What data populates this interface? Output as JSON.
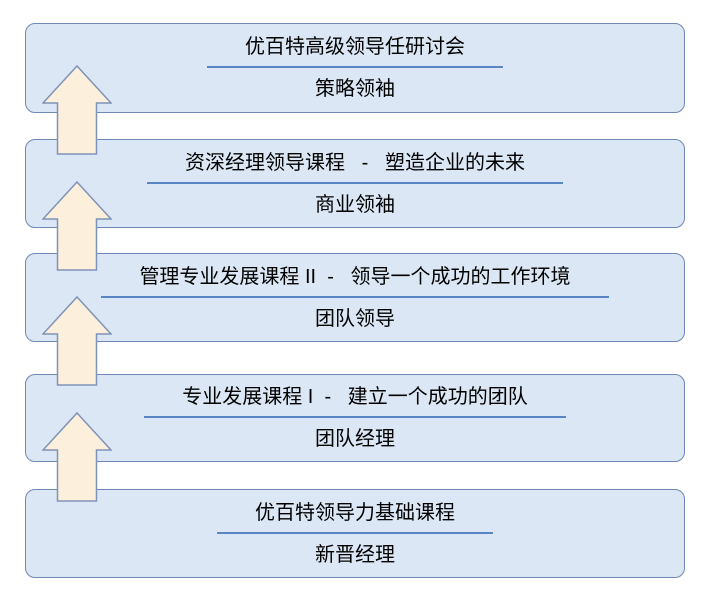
{
  "diagram": {
    "name": "leadership-course-ladder",
    "background_color": "#ffffff",
    "levels": [
      {
        "course": "优百特高级领导任研讨会",
        "role": "策略领袖"
      },
      {
        "course": "资深经理领导课程   -   塑造企业的未来",
        "role": "商业领袖"
      },
      {
        "course": "管理专业发展课程 II  -   领导一个成功的工作环境",
        "role": "团队领导"
      },
      {
        "course": "专业发展课程 I  -   建立一个成功的团队",
        "role": "团队经理"
      },
      {
        "course": "优百特领导力基础课程",
        "role": "新晋经理"
      }
    ],
    "arrows": {
      "icon": "up-block-arrow",
      "count": 4,
      "direction": "up"
    },
    "colors": {
      "box_fill": "#dce7f5",
      "box_border": "#7088b6",
      "title_underline": "#5b84c4",
      "arrow_fill": "#fcefdb",
      "arrow_border": "#7e93b8",
      "text": "#000000"
    }
  }
}
